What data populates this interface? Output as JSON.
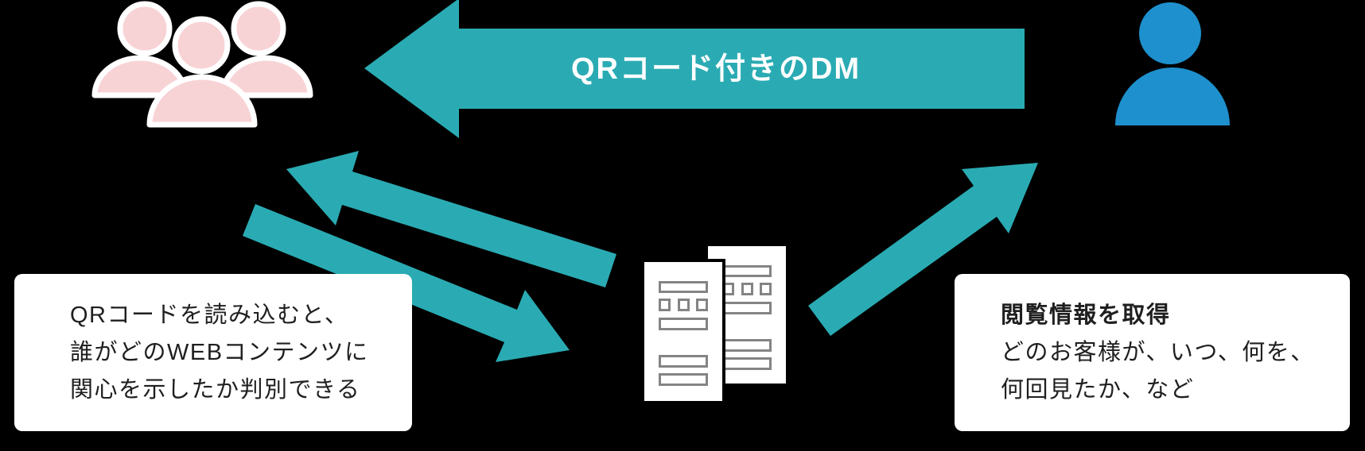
{
  "colors": {
    "background": "#000000",
    "teal": "#2aabb3",
    "pink": "#f8d3d5",
    "pink_stroke": "#ffffff",
    "blue": "#1e90cd",
    "page": "#ffffff",
    "page_detail": "#848484",
    "note_bg": "#ffffff",
    "note_text": "#1f1f1f",
    "dm_label_text": "#ffffff"
  },
  "dm_arrow": {
    "label": "QRコード付きのDM",
    "direction": "left",
    "from": "sender",
    "to": "recipients"
  },
  "nodes": {
    "recipients": {
      "icon": "people-group"
    },
    "sender": {
      "icon": "person"
    },
    "web_content": {
      "icon": "web-pages"
    }
  },
  "edges": [
    {
      "name": "dm-arrow",
      "from": "sender",
      "to": "recipients"
    },
    {
      "name": "arrow-web-to-recipients",
      "from": "web_content",
      "to": "recipients"
    },
    {
      "name": "arrow-recipients-to-web",
      "from": "recipients",
      "to": "web_content"
    },
    {
      "name": "arrow-web-to-sender",
      "from": "web_content",
      "to": "sender"
    }
  ],
  "left_note": {
    "lines": [
      "QRコードを読み込むと、",
      "誰がどのWEBコンテンツに",
      "関心を示したか判別できる"
    ]
  },
  "right_note": {
    "title": "閲覧情報を取得",
    "lines": [
      "どのお客様が、いつ、何を、",
      "何回見たか、など"
    ]
  }
}
